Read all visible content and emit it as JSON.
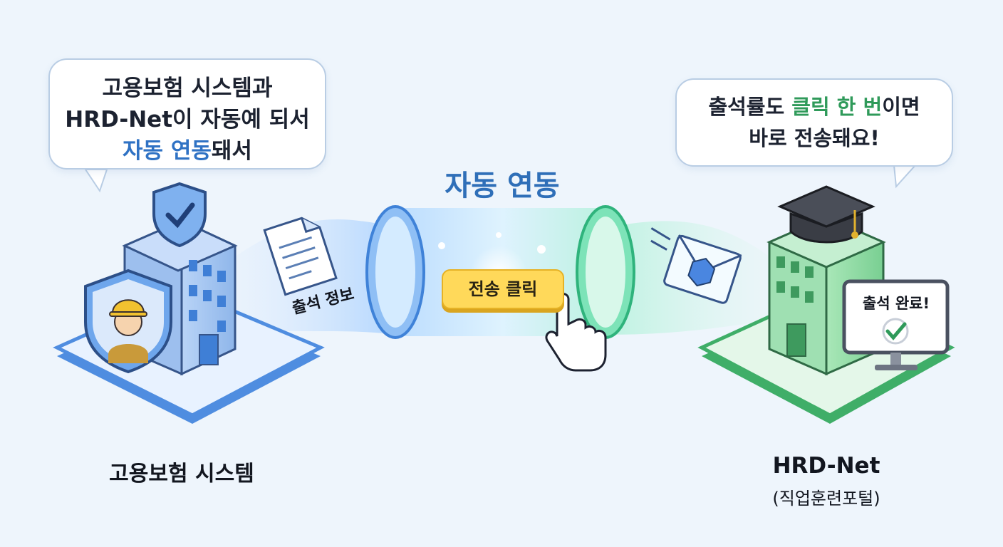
{
  "left_bubble": {
    "line1": "고용보험 시스템과",
    "line2": "HRD-Net이 자동예 되서",
    "line3_highlight": "자동 연동",
    "line3_rest": "돼서"
  },
  "right_bubble": {
    "line1_a": "출석률도 ",
    "line1_highlight": "클릭 한 번",
    "line1_b": "이면",
    "line2": "바로 전송돼요!"
  },
  "center_title": "자동 연동",
  "send_button": "전송 클릭",
  "doc_label": "출석 정보",
  "monitor_text": "출석 완료!",
  "left_system_label": "고용보험 시스템",
  "right_system_label": "HRD-Net",
  "right_system_sublabel": "(직업훈련포털)",
  "colors": {
    "blue_accent": "#2f72c4",
    "green_accent": "#2f9a5a",
    "button_yellow": "#ffd95a",
    "background": "#eef5fc"
  }
}
